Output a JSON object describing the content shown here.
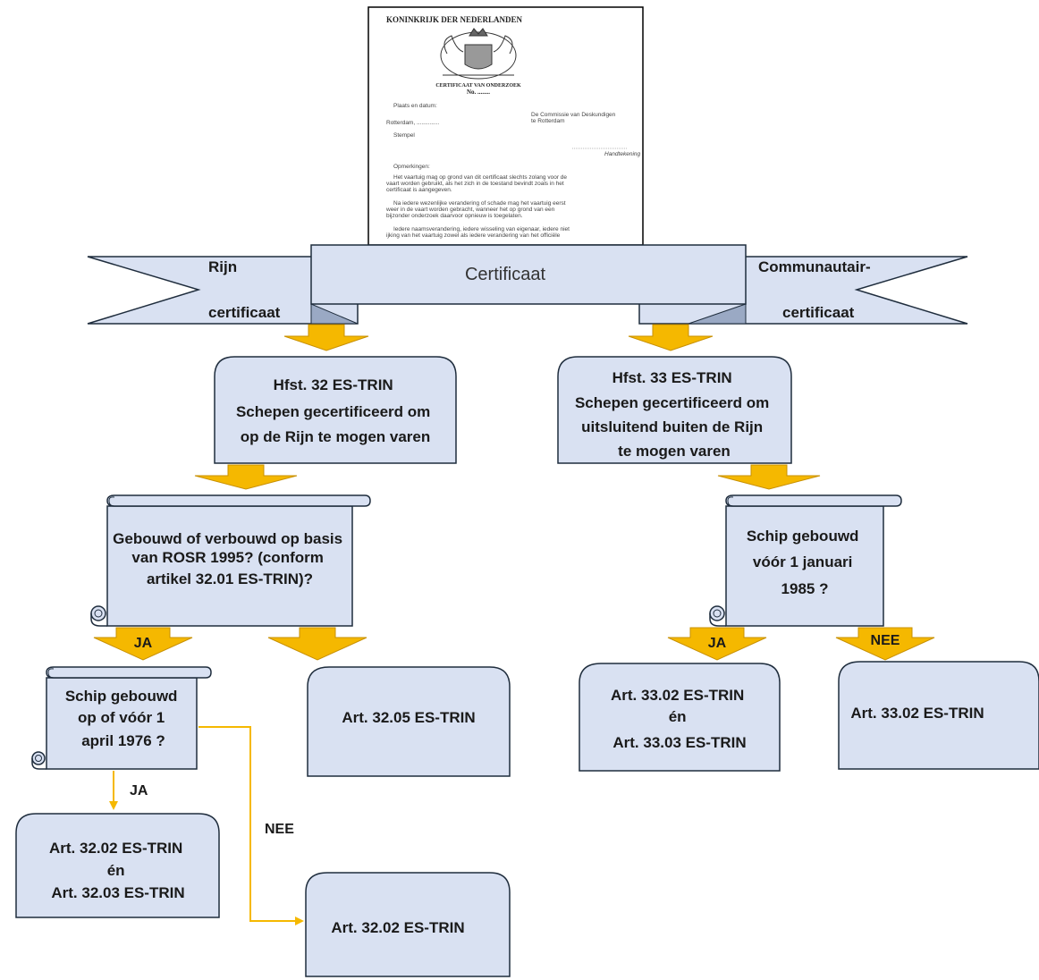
{
  "colors": {
    "box_fill": "#d9e1f2",
    "box_stroke": "#1f2d3d",
    "arrow_fill": "#f5b800",
    "arrow_stroke": "#c89000",
    "connector": "#f5b800"
  },
  "document": {
    "heading": "KONINKRIJK DER NEDERLANDEN",
    "cert_title": "CERTIFICAAT VAN ONDERZOEK",
    "cert_no": "No. ........",
    "place_date": "Plaats en datum:",
    "rotterdam": "Rotterdam, ..............",
    "commission": "De Commissie van Deskundigen",
    "commission_place": "te Rotterdam",
    "stamp": "Stempel",
    "signature": "Handtekening",
    "remarks": "Opmerkingen:",
    "para1": [
      "Het vaartuig mag op grond van dit certificaat slechts zolang voor de",
      "vaart worden gebruikt, als het zich in de toestand bevindt zoals in het",
      "certificaat is aangegeven."
    ],
    "para2": [
      "Na iedere wezenlijke verandering of schade mag het vaartuig eerst",
      "weer in de vaart worden gebracht, wanneer het op grond van een",
      "bijzonder onderzoek daarvoor opnieuw is toegelaten."
    ],
    "para3": [
      "Iedere naamsverandering, iedere wisseling van eigenaar, iedere niet",
      "ijking van het vaartuig zowel als iedere verandering van het officiële"
    ]
  },
  "banner": {
    "center": "Certificaat",
    "left_line1": "Rijn",
    "left_line2": "certificaat",
    "right_line1": "Communautair-",
    "right_line2": "certificaat"
  },
  "left": {
    "hfst_line1": "Hfst. 32 ES-TRIN",
    "hfst_line2": "Schepen gecertificeerd om",
    "hfst_line3": "op de Rijn te mogen varen",
    "q1_line1": "Gebouwd of verbouwd op basis",
    "q1_line2": "van ROSR 1995? (conform",
    "q1_line3": "artikel 32.01 ES-TRIN)?",
    "q1_yes": "JA",
    "q2_line1": "Schip gebouwd",
    "q2_line2": "op of vóór 1",
    "q2_line3": "april 1976 ?",
    "q2_yes": "JA",
    "q2_no": "NEE",
    "art_3205": "Art. 32.05 ES-TRIN",
    "art_3202_line1": "Art. 32.02 ES-TRIN",
    "art_3202_line2": "én",
    "art_3202_line3": "Art. 32.03 ES-TRIN",
    "art_3202_only": "Art. 32.02 ES-TRIN"
  },
  "right": {
    "hfst_line1": "Hfst. 33 ES-TRIN",
    "hfst_line2": "Schepen gecertificeerd om",
    "hfst_line3": "uitsluitend buiten de Rijn",
    "hfst_line4": "te mogen varen",
    "q_line1": "Schip gebouwd",
    "q_line2": "vóór 1 januari",
    "q_line3": "1985 ?",
    "q_yes": "JA",
    "q_no": "NEE",
    "art_both_line1": "Art. 33.02 ES-TRIN",
    "art_both_line2": "én",
    "art_both_line3": "Art. 33.03 ES-TRIN",
    "art_only": "Art. 33.02 ES-TRIN"
  }
}
